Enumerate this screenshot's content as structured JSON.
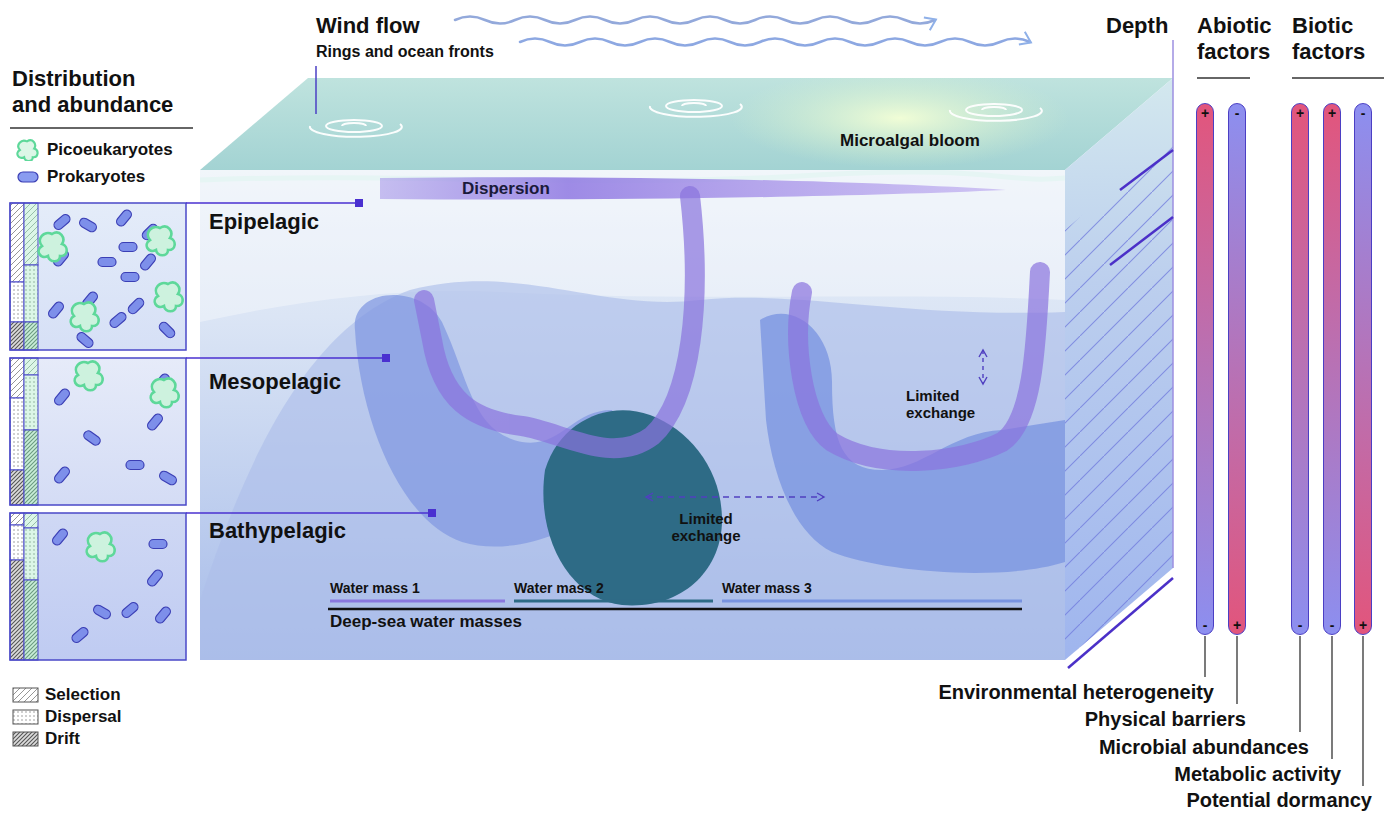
{
  "diagram": {
    "nodes": [
      {
        "text": [
          "+",
          "-"
        ]
      },
      {
        "text": [
          "-",
          "+"
        ]
      },
      {
        "text": [
          "+",
          "-"
        ]
      },
      {
        "text": [
          "+",
          "-"
        ]
      },
      {
        "text": [
          "-",
          "+"
        ]
      }
    ],
    "labels": [
      "Distribution and abundance",
      "Wind flow",
      "Rings and ocean fronts",
      "Microalgal bloom",
      "Dispersion",
      "Epipelagic",
      "Mesopelagic",
      "Bathypelagic",
      "Limited exchange",
      "Limited exchange",
      "Water mass 1",
      "Water mass 2",
      "Water mass 3",
      "Deep-sea water masses",
      "Depth",
      "Abiotic factors",
      "Biotic factors",
      "Environmental heterogeneity",
      "Physical barriers",
      "Microbial abundances",
      "Metabolic activity",
      "Potential dormancy"
    ],
    "legend": [
      {
        "text": "Picoeukaryotes",
        "color": "#5ed89a"
      },
      {
        "text": "Prokaryotes",
        "color": "#8a9cf0"
      },
      {
        "text": "Selection"
      },
      {
        "text": "Dispersal"
      },
      {
        "text": "Drift"
      }
    ]
  }
}
